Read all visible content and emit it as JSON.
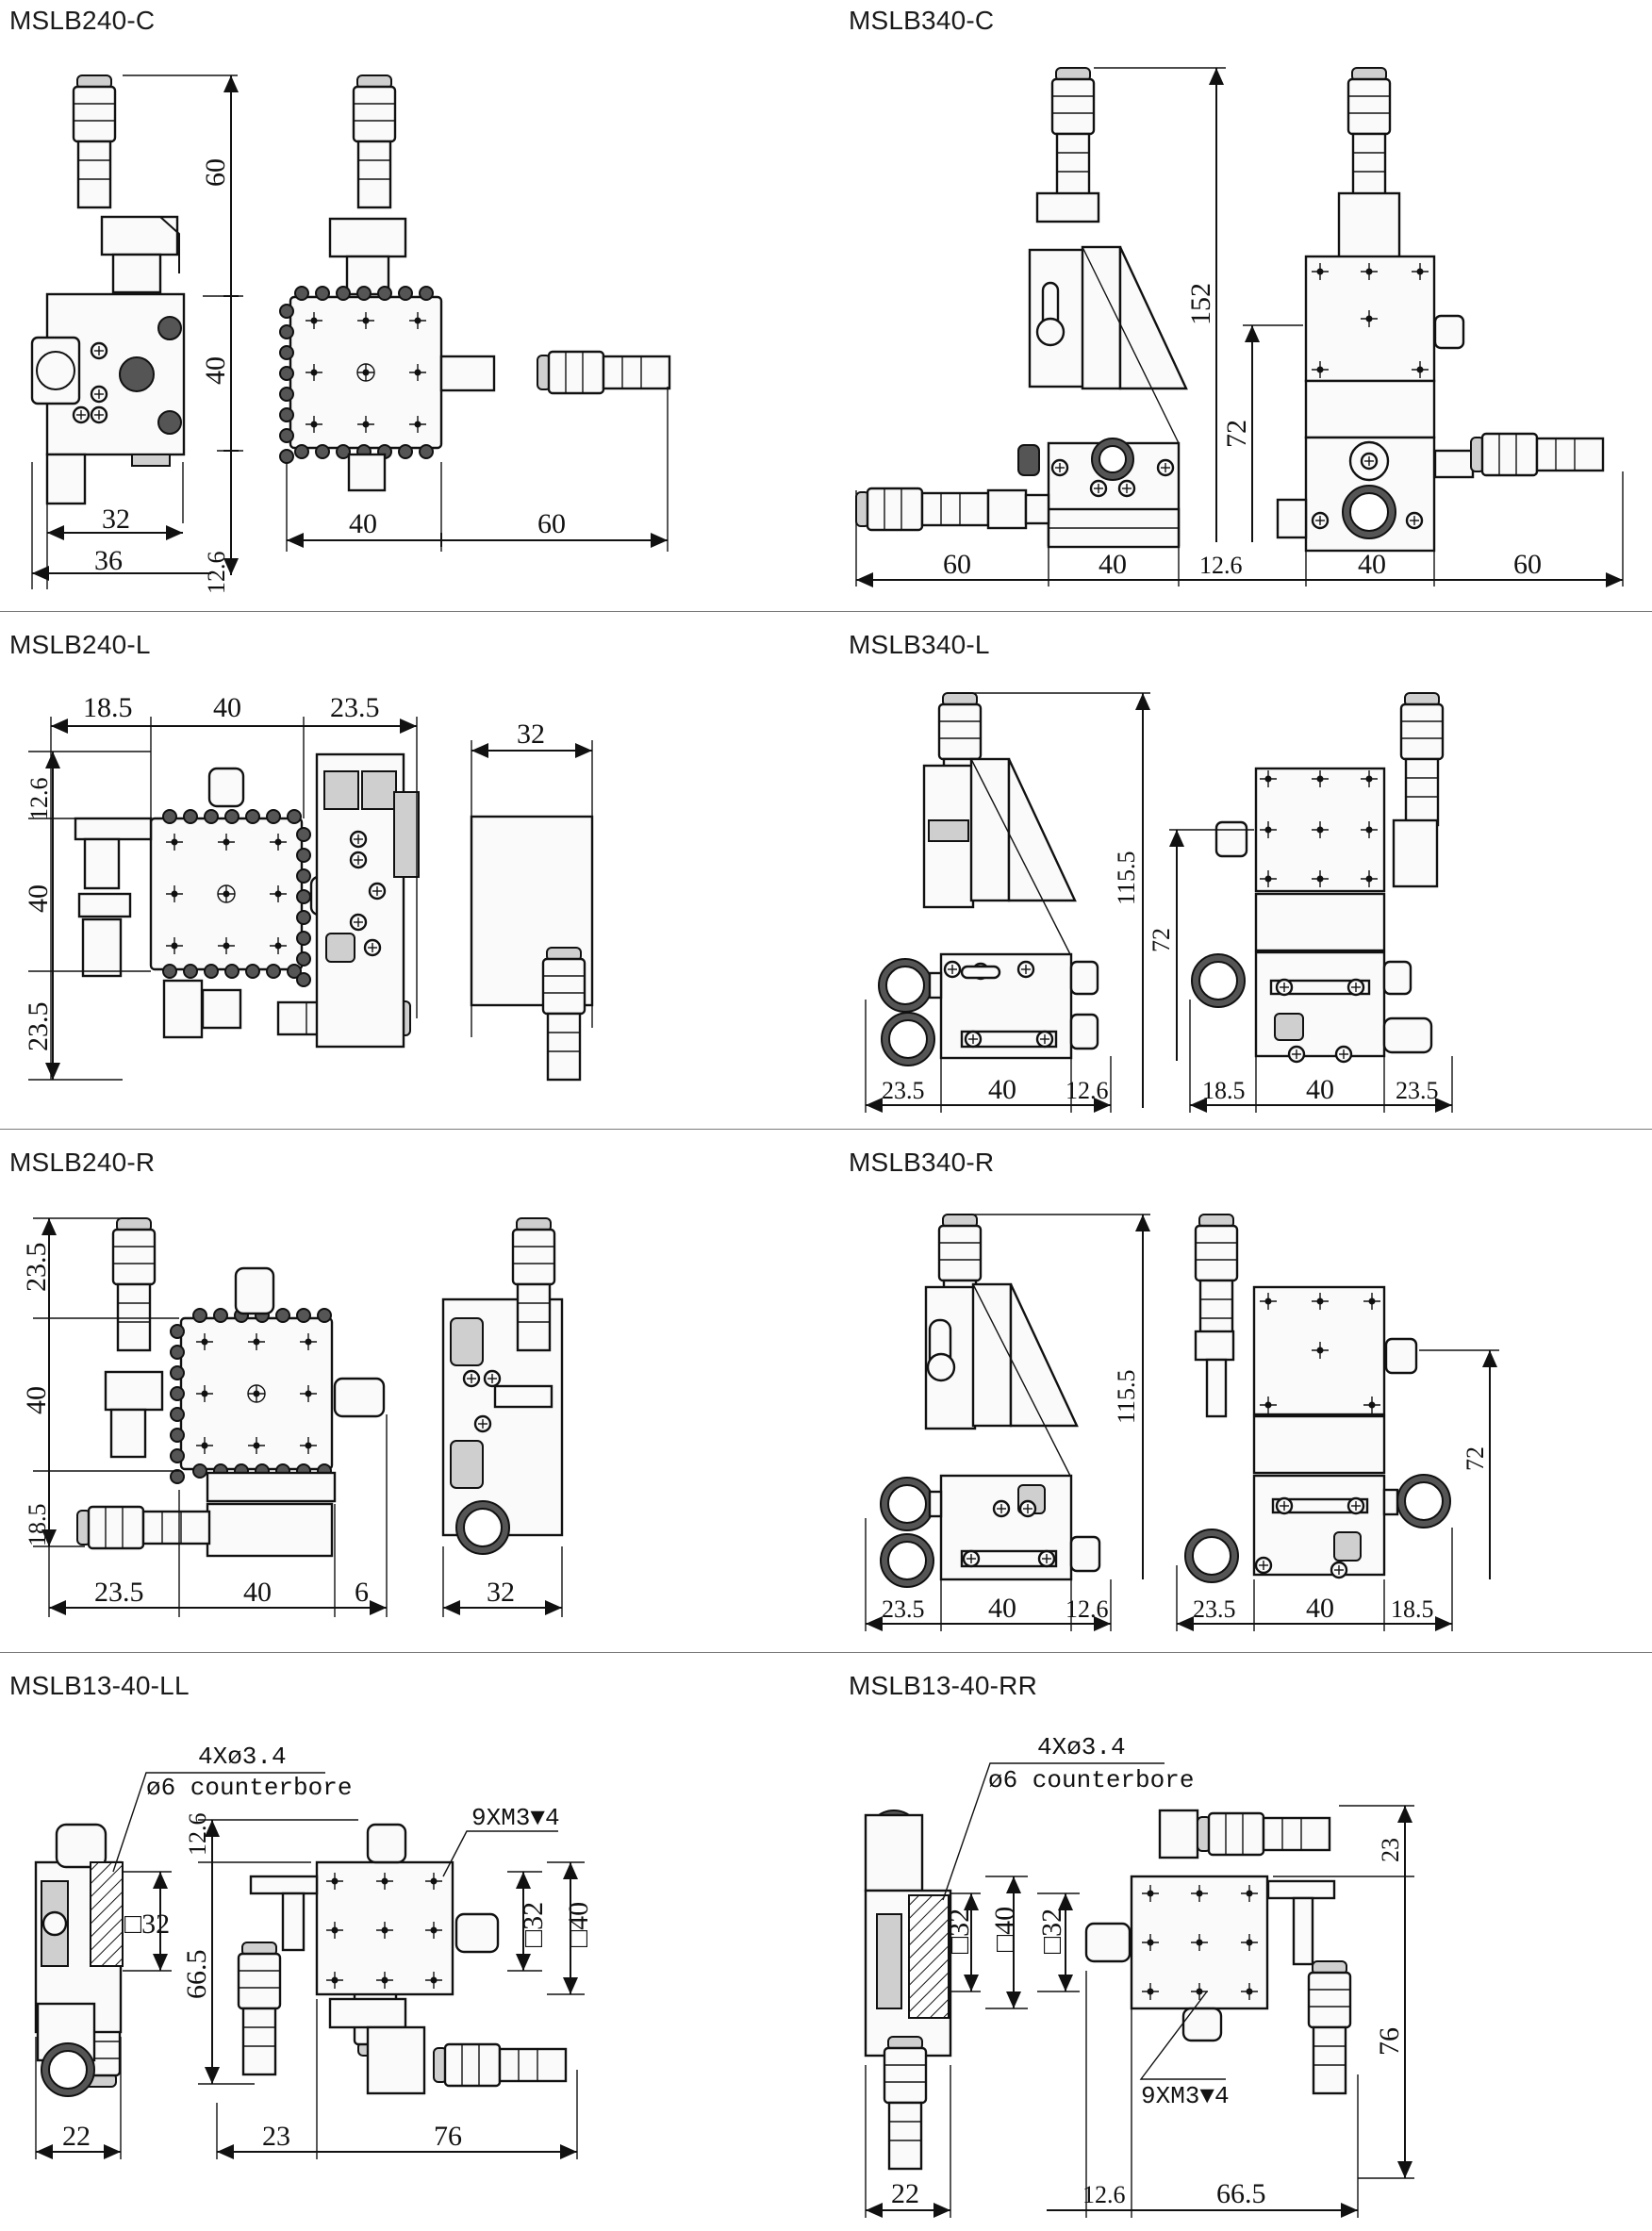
{
  "panels": [
    {
      "id": "mslb240-c",
      "title": "MSLB240-C",
      "dims": [
        "60",
        "40",
        "32",
        "36",
        "12.6",
        "40",
        "60"
      ]
    },
    {
      "id": "mslb340-c",
      "title": "MSLB340-C",
      "dims": [
        "152",
        "72",
        "60",
        "40",
        "12.6",
        "40",
        "60"
      ]
    },
    {
      "id": "mslb240-l",
      "title": "MSLB240-L",
      "dims": [
        "18.5",
        "40",
        "23.5",
        "12.6",
        "40",
        "23.5",
        "32"
      ]
    },
    {
      "id": "mslb340-l",
      "title": "MSLB340-L",
      "dims": [
        "115.5",
        "72",
        "23.5",
        "40",
        "12.6",
        "18.5",
        "40",
        "23.5"
      ]
    },
    {
      "id": "mslb240-r",
      "title": "MSLB240-R",
      "dims": [
        "23.5",
        "40",
        "18.5",
        "23.5",
        "40",
        "6",
        "32"
      ]
    },
    {
      "id": "mslb340-r",
      "title": "MSLB340-R",
      "dims": [
        "115.5",
        "72",
        "23.5",
        "40",
        "12.6",
        "23.5",
        "40",
        "18.5"
      ]
    },
    {
      "id": "mslb13-40-ll",
      "title": "MSLB13-40-LL",
      "dims": [
        "12.6",
        "66.5",
        "22",
        "23",
        "76",
        "□32",
        "□32",
        "□40"
      ],
      "notes": [
        "4Xø3.4",
        "ø6 counterbore",
        "9XM3▼4"
      ]
    },
    {
      "id": "mslb13-40-rr",
      "title": "MSLB13-40-RR",
      "dims": [
        "23",
        "76",
        "22",
        "12.6",
        "66.5",
        "□32",
        "□40",
        "□32"
      ],
      "notes": [
        "4Xø3.4",
        "ø6 counterbore",
        "9XM3▼4"
      ]
    }
  ]
}
